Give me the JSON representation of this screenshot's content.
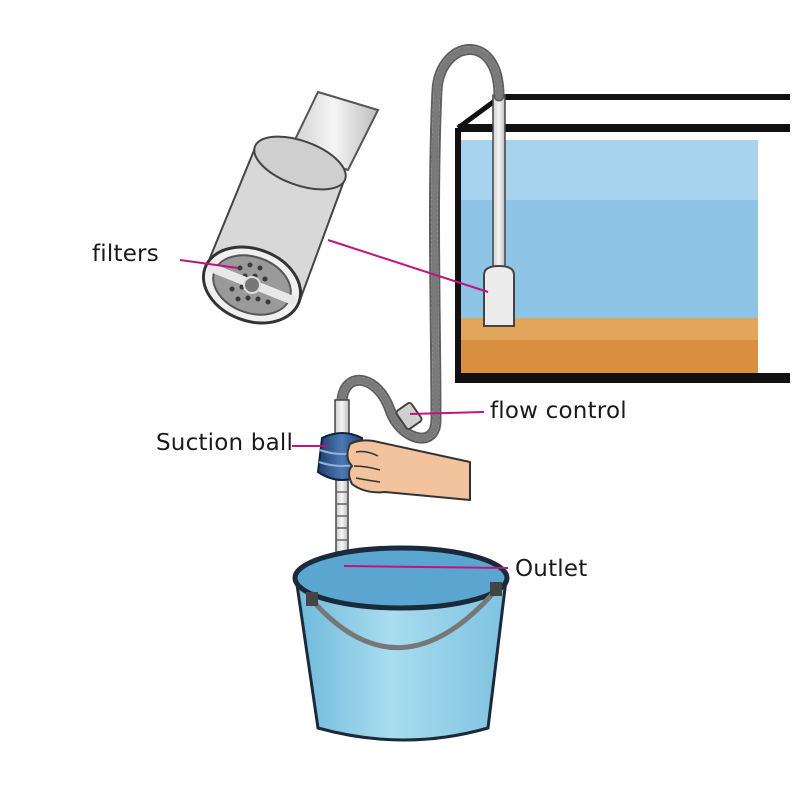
{
  "labels": {
    "filters": "filters",
    "flow_control": "flow control",
    "suction_ball": "Suction ball",
    "outlet": "Outlet"
  },
  "colors": {
    "water": "#8ec5e6",
    "sand": "#e1a55c",
    "bucket": "#8fd0ea",
    "leader_line": "#c0147e",
    "frame": "#111111",
    "hose": "#9a9a9a",
    "skin": "#f2c39c"
  }
}
